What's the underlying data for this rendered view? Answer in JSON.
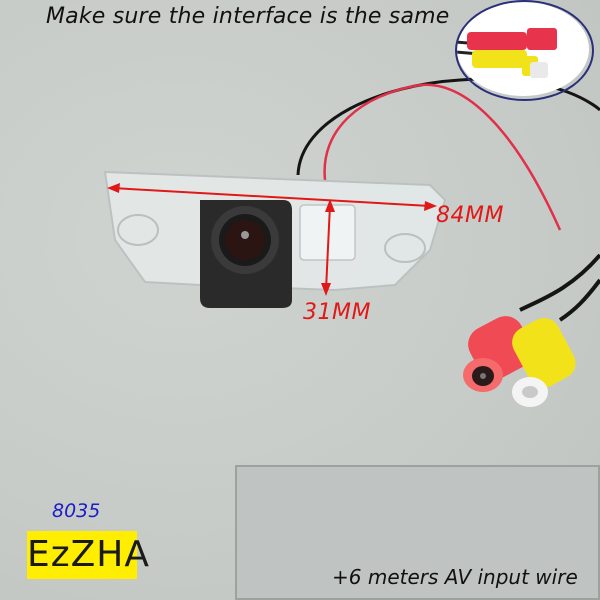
{
  "headline": "Make sure the interface is the same",
  "dimensions": {
    "width_label": "84MM",
    "height_label": "31MM"
  },
  "model_number": "8035",
  "brand_label": "EzZHA",
  "accessory": {
    "caption": "+6 meters AV input wire"
  },
  "colors": {
    "background": "#c9cdc9",
    "dimension_red": "#e01818",
    "brand_yellow": "#ffee00",
    "model_blue": "#1c1cc8",
    "connector_red": "#f0404a",
    "connector_yellow": "#f2e21a"
  },
  "icons": {
    "inset": "rca-connector-closeup",
    "camera": "reverse-camera-lens",
    "connectors": "dc-and-rca-connectors"
  }
}
